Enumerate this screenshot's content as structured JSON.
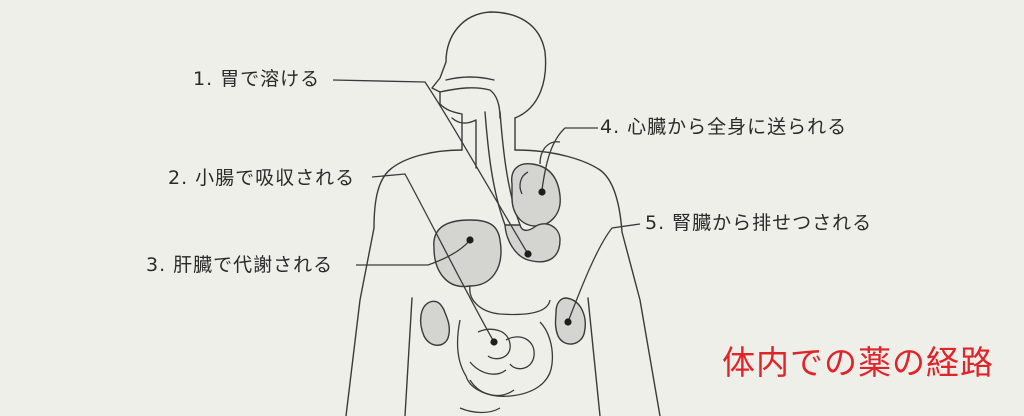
{
  "labels": {
    "step1": "1. 胃で溶ける",
    "step2": "2. 小腸で吸収される",
    "step3": "3. 肝臓で代謝される",
    "step4": "4. 心臓から全身に送られる",
    "step5": "5. 腎臓から排せつされる"
  },
  "caption": "体内での薬の経路",
  "colors": {
    "background": "#efefea",
    "line": "#3a3a3a",
    "organ_fill": "#d4d4d0",
    "caption": "#e0242a"
  }
}
